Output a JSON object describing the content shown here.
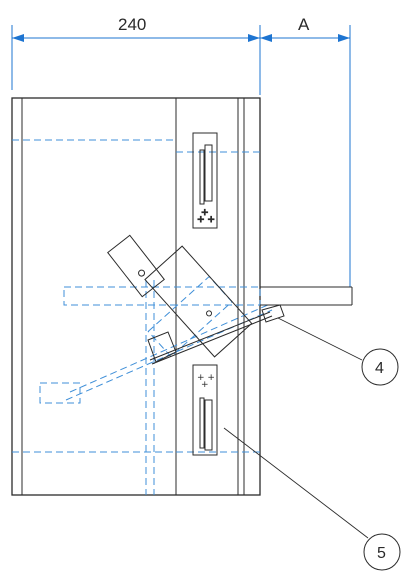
{
  "dimensions": {
    "width_value": "240",
    "a_label": "A"
  },
  "callouts": {
    "c4": "4",
    "c5": "5"
  },
  "colors": {
    "outline": "#2b2b2b",
    "hidden_line": "#3f8fd8",
    "dimension": "#1d74d1",
    "background": "#ffffff"
  }
}
